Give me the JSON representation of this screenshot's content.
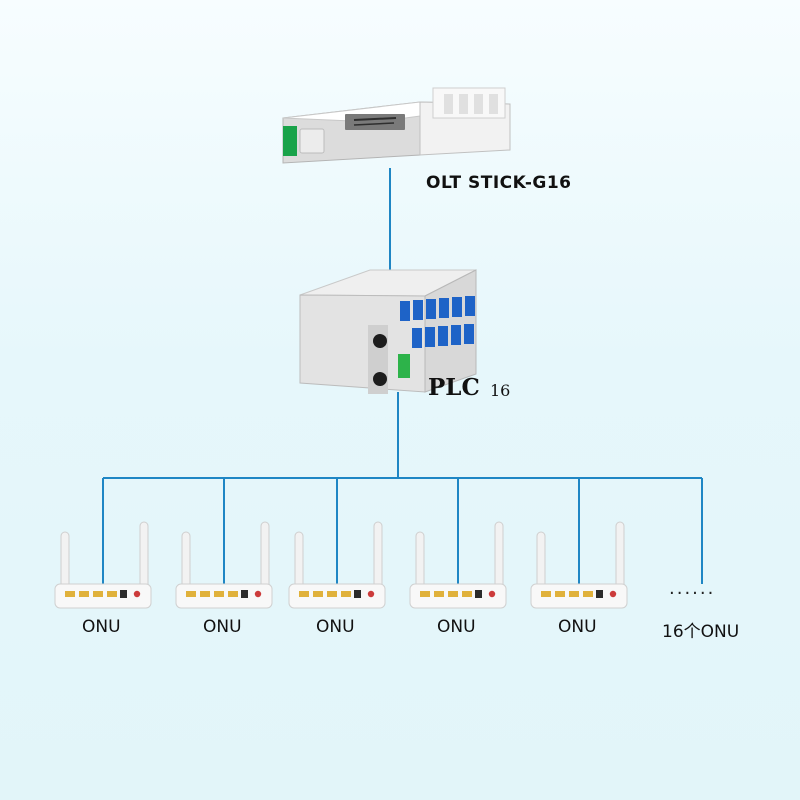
{
  "diagram": {
    "olt_label": "OLT STICK-G16",
    "plc_label": "PLC",
    "plc_sub": "16",
    "onu_label": "ONU",
    "more_label": "16个ONU",
    "dots": "......",
    "colors": {
      "line": "#1f86c4",
      "background": "#e6f7fb",
      "device_white": "#f8f8f8",
      "port_blue": "#1e63c7",
      "port_green": "#2db34a",
      "port_yellow": "#e0b13b",
      "power_red": "#cc3b3b"
    },
    "onus": [
      {
        "label": "ONU"
      },
      {
        "label": "ONU"
      },
      {
        "label": "ONU"
      },
      {
        "label": "ONU"
      },
      {
        "label": "ONU"
      }
    ]
  }
}
